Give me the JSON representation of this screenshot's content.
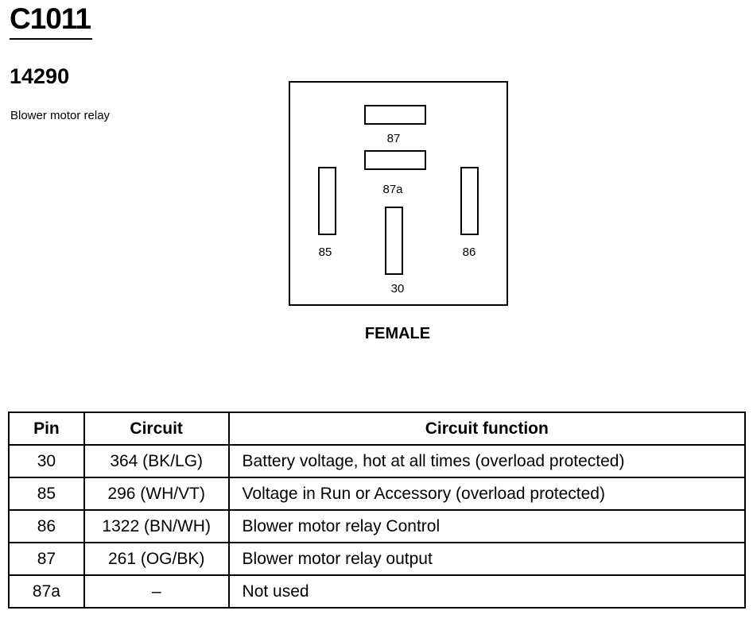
{
  "header": {
    "connector_id": "C1011",
    "part_number": "14290",
    "description": "Blower motor relay"
  },
  "connector": {
    "view_label": "FEMALE",
    "terminals": [
      {
        "id": "87",
        "label": "87"
      },
      {
        "id": "87a",
        "label": "87a"
      },
      {
        "id": "85",
        "label": "85"
      },
      {
        "id": "86",
        "label": "86"
      },
      {
        "id": "30",
        "label": "30"
      }
    ]
  },
  "table": {
    "headers": [
      "Pin",
      "Circuit",
      "Circuit function"
    ],
    "rows": [
      {
        "pin": "30",
        "circuit": "364 (BK/LG)",
        "function": "Battery voltage, hot at all times (overload protected)"
      },
      {
        "pin": "85",
        "circuit": "296 (WH/VT)",
        "function": "Voltage in Run or Accessory (overload protected)"
      },
      {
        "pin": "86",
        "circuit": "1322 (BN/WH)",
        "function": "Blower motor relay Control"
      },
      {
        "pin": "87",
        "circuit": "261 (OG/BK)",
        "function": "Blower motor relay output"
      },
      {
        "pin": "87a",
        "circuit": "–",
        "function": "Not used"
      }
    ]
  }
}
